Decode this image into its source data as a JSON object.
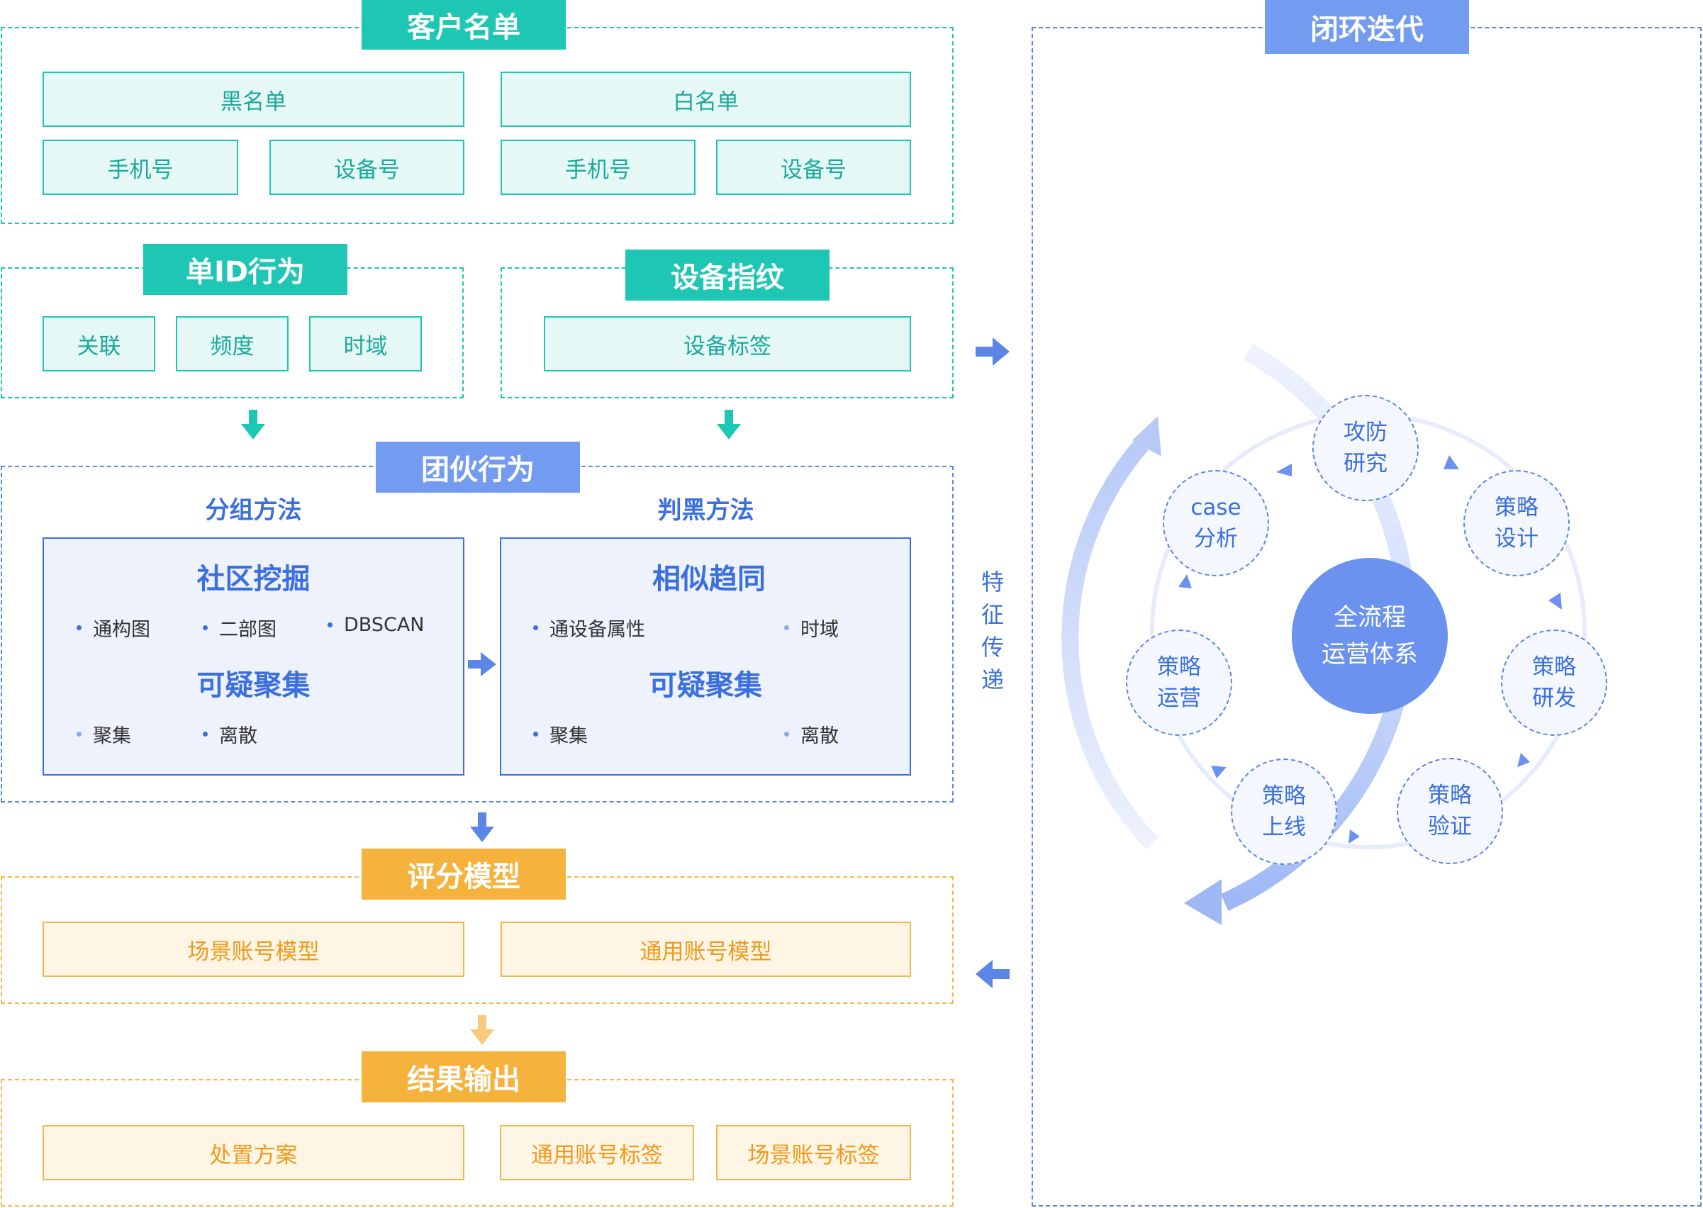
{
  "customer_list": {
    "header": "客户名单",
    "blacklist": "黑名单",
    "whitelist": "白名单",
    "black_phone": "手机号",
    "black_device": "设备号",
    "white_phone": "手机号",
    "white_device": "设备号"
  },
  "single_id": {
    "header": "单ID行为",
    "items": [
      "关联",
      "频度",
      "时域"
    ]
  },
  "device_fp": {
    "header": "设备指纹",
    "item": "设备标签"
  },
  "gang": {
    "header": "团伙行为",
    "left": {
      "label": "分组方法",
      "title1": "社区挖掘",
      "bullets1": [
        "通构图",
        "二部图",
        "DBSCAN"
      ],
      "title2": "可疑聚集",
      "bullets2": [
        "聚集",
        "离散"
      ]
    },
    "right": {
      "label": "判黑方法",
      "title1": "相似趋同",
      "bullets1": [
        "通设备属性",
        "时域"
      ],
      "title2": "可疑聚集",
      "bullets2": [
        "聚集",
        "离散"
      ]
    }
  },
  "scoring": {
    "header": "评分模型",
    "items": [
      "场景账号模型",
      "通用账号模型"
    ]
  },
  "output": {
    "header": "结果输出",
    "items": [
      "处置方案",
      "通用账号标签",
      "场景账号标签"
    ]
  },
  "feature_transfer": [
    "特",
    "征",
    "传",
    "递"
  ],
  "closed_loop": {
    "header": "闭环迭代",
    "center": [
      "全流程",
      "运营体系"
    ],
    "nodes": {
      "attack": [
        "攻防",
        "研究"
      ],
      "design": [
        "策略",
        "设计"
      ],
      "develop": [
        "策略",
        "研发"
      ],
      "verify": [
        "策略",
        "验证"
      ],
      "launch": [
        "策略",
        "上线"
      ],
      "operate": [
        "策略",
        "运营"
      ],
      "case": [
        "case",
        "分析"
      ]
    }
  },
  "colors": {
    "teal": "#1ec6b4",
    "blue": "#739cf0",
    "blue_dark": "#3b6fe0",
    "orange": "#f5b23c"
  }
}
